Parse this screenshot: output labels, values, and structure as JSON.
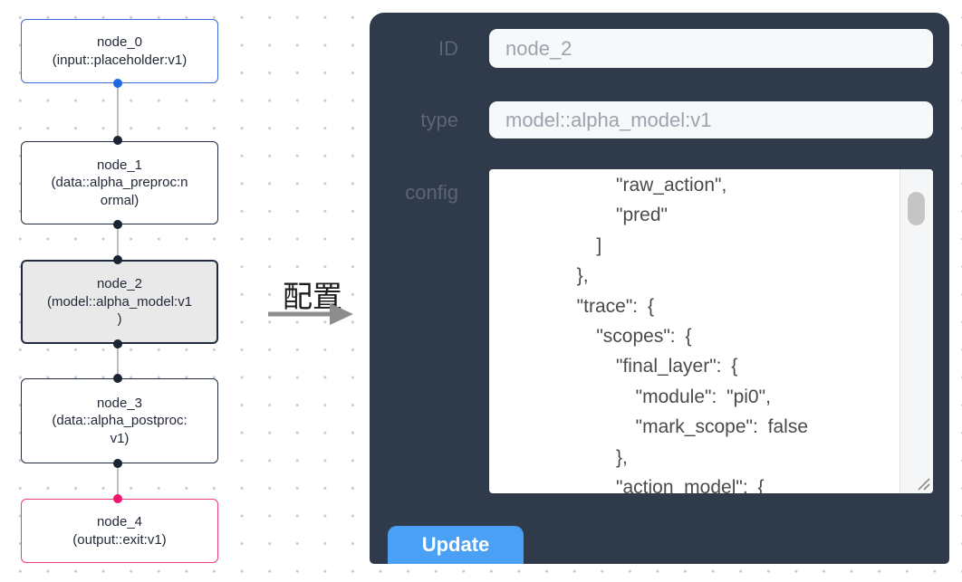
{
  "flow": {
    "arrow_label": "配置",
    "nodes": [
      {
        "name": "node_0",
        "lines": [
          "node_0",
          "(input::placeholder:v1)"
        ]
      },
      {
        "name": "node_1",
        "lines": [
          "node_1",
          "(data::alpha_preproc:n",
          "ormal)"
        ]
      },
      {
        "name": "node_2",
        "lines": [
          "node_2",
          "(model::alpha_model:v1",
          ")"
        ]
      },
      {
        "name": "node_3",
        "lines": [
          "node_3",
          "(data::alpha_postproc:",
          "v1)"
        ]
      },
      {
        "name": "node_4",
        "lines": [
          "node_4",
          "(output::exit:v1)"
        ]
      }
    ],
    "colors": {
      "input_node_border": "#3a6bd7",
      "default_node_border": "#202b3e",
      "output_node_border": "#ee3d7f",
      "selected_node_bg": "#e9e9ea",
      "input_port": "#1e6ae5",
      "default_port": "#1b2434",
      "output_port": "#f0156e"
    }
  },
  "panel": {
    "bg_color": "#2f3a4b",
    "accent_color": "#4aa0f4",
    "fields": [
      {
        "label": "ID",
        "value": "node_2"
      },
      {
        "label": "type",
        "value": "model::alpha_model:v1"
      }
    ],
    "config": {
      "label": "config",
      "lines": [
        "            \"raw_action\",",
        "            \"pred\"",
        "          ]",
        "        },",
        "        \"trace\": {",
        "          \"scopes\": {",
        "            \"final_layer\": {",
        "              \"module\": \"pi0\",",
        "              \"mark_scope\": false",
        "            },",
        "            \"action_model\": {"
      ]
    },
    "update_label": "Update"
  }
}
